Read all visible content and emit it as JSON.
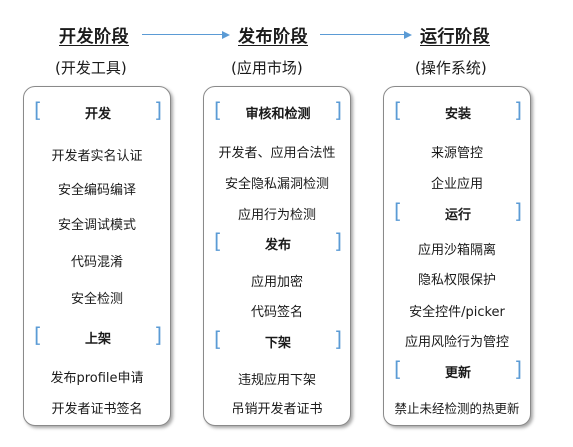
{
  "stages": [
    {
      "title": "开发阶段",
      "subtitle": "(开发工具)",
      "sections": [
        {
          "label": "开发",
          "items": [
            "开发者实名认证",
            "安全编码编译",
            "安全调试模式",
            "代码混淆",
            "安全检测"
          ]
        },
        {
          "label": "上架",
          "items": [
            "发布profile申请",
            "开发者证书签名"
          ]
        }
      ]
    },
    {
      "title": "发布阶段",
      "subtitle": "(应用市场)",
      "sections": [
        {
          "label": "审核和检测",
          "items": [
            "开发者、应用合法性",
            "安全隐私漏洞检测",
            "应用行为检测"
          ]
        },
        {
          "label": "发布",
          "items": [
            "应用加密",
            "代码签名"
          ]
        },
        {
          "label": "下架",
          "items": [
            "违规应用下架",
            "吊销开发者证书"
          ]
        }
      ]
    },
    {
      "title": "运行阶段",
      "subtitle": "(操作系统)",
      "sections": [
        {
          "label": "安装",
          "items": [
            "来源管控",
            "企业应用"
          ]
        },
        {
          "label": "运行",
          "items": [
            "应用沙箱隔离",
            "隐私权限保护",
            "安全控件/picker",
            "应用风险行为管控"
          ]
        },
        {
          "label": "更新",
          "items": [
            "禁止未经检测的热更新"
          ]
        }
      ]
    }
  ],
  "colors": {
    "accent": "#5b9bd5",
    "border": "#8a8a8a",
    "text": "#1a1a1a"
  }
}
